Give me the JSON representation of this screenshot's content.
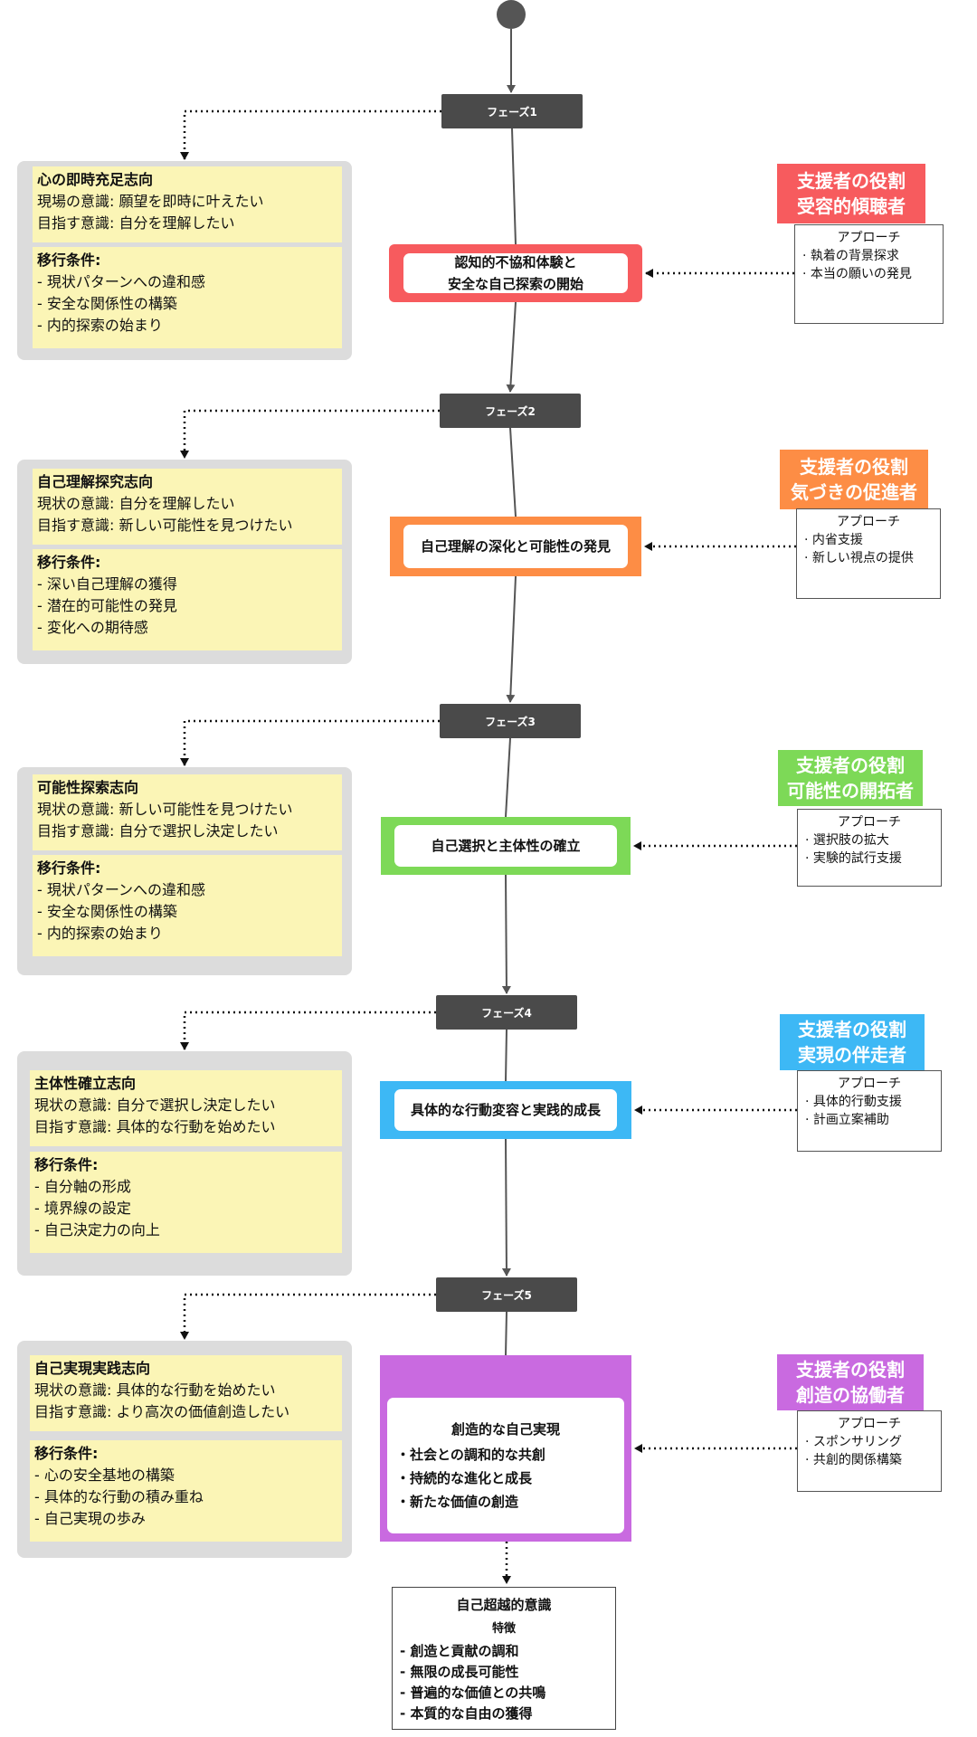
{
  "phases": [
    {
      "label": "フェーズ1",
      "left_header": "心の即時充足志向",
      "left_lines": [
        "現場の意識: 願望を即時に叶えたい",
        "目指す意識: 自分を理解したい"
      ],
      "cond_header": "移行条件:",
      "cond_lines": [
        "- 現状パターンへの違和感",
        "- 安全な関係性の構築",
        "- 内的探索の始まり"
      ],
      "state_lines": [
        "認知的不協和体験と",
        "安全な自己探索の開始"
      ],
      "role_lines": [
        "支援者の役割",
        "受容的傾聴者"
      ],
      "role_color": "#f75b5e",
      "approach_title": "アプローチ",
      "approach_items": [
        "· 執着の背景探求",
        "· 本当の願いの発見"
      ]
    },
    {
      "label": "フェーズ2",
      "left_header": "自己理解探究志向",
      "left_lines": [
        "現状の意識: 自分を理解したい",
        "目指す意識: 新しい可能性を見つけたい"
      ],
      "cond_header": "移行条件:",
      "cond_lines": [
        "- 深い自己理解の獲得",
        "- 潜在的可能性の発見",
        "- 変化への期待感"
      ],
      "state_lines": [
        "自己理解の深化と可能性の発見"
      ],
      "role_lines": [
        "支援者の役割",
        "気づきの促進者"
      ],
      "role_color": "#fd8d45",
      "approach_title": "アプローチ",
      "approach_items": [
        "· 内省支援",
        "· 新しい視点の提供"
      ]
    },
    {
      "label": "フェーズ3",
      "left_header": "可能性探索志向",
      "left_lines": [
        "現状の意識: 新しい可能性を見つけたい",
        "目指す意識: 自分で選択し決定したい"
      ],
      "cond_header": "移行条件:",
      "cond_lines": [
        "- 現状パターンへの違和感",
        "- 安全な関係性の構築",
        "- 内的探索の始まり"
      ],
      "state_lines": [
        "自己選択と主体性の確立"
      ],
      "role_lines": [
        "支援者の役割",
        "可能性の開拓者"
      ],
      "role_color": "#7dd957",
      "approach_title": "アプローチ",
      "approach_items": [
        "· 選択肢の拡大",
        "· 実験的試行支援"
      ]
    },
    {
      "label": "フェーズ4",
      "left_header": "主体性確立志向",
      "left_lines": [
        "現状の意識: 自分で選択し決定したい",
        "目指す意識: 具体的な行動を始めたい"
      ],
      "cond_header": "移行条件:",
      "cond_lines": [
        "- 自分軸の形成",
        "- 境界線の設定",
        "- 自己決定力の向上"
      ],
      "state_lines": [
        "具体的な行動変容と実践的成長"
      ],
      "role_lines": [
        "支援者の役割",
        "実現の伴走者"
      ],
      "role_color": "#3db8f5",
      "approach_title": "アプローチ",
      "approach_items": [
        "· 具体的行動支援",
        "· 計画立案補助"
      ]
    },
    {
      "label": "フェーズ5",
      "left_header": "自己実現実践志向",
      "left_lines": [
        "現状の意識: 具体的な行動を始めたい",
        "目指す意識: より高次の価値創造したい"
      ],
      "cond_header": "移行条件:",
      "cond_lines": [
        "- 心の安全基地の構築",
        "- 具体的な行動の積み重ね",
        "- 自己実現の歩み"
      ],
      "state_title": "創造的な自己実現",
      "state_items": [
        "・社会との調和的な共創",
        "・持続的な進化と成長",
        "・新たな価値の創造"
      ],
      "role_lines": [
        "支援者の役割",
        "創造の協働者"
      ],
      "role_color": "#c96ae0",
      "approach_title": "アプローチ",
      "approach_items": [
        "· スポンサリング",
        "· 共創的関係構築"
      ]
    }
  ],
  "final": {
    "title": "自己超越的意識",
    "subtitle": "特徴",
    "items": [
      "- 創造と貢献の調和",
      "- 無限の成長可能性",
      "- 普遍的な価値との共鳴",
      "- 本質的な自由の獲得"
    ]
  },
  "colors": {
    "phase_bar": "#4a4a4a",
    "panel": "#dcdcdc",
    "note": "#fbf5b6",
    "wire": "#555555"
  }
}
